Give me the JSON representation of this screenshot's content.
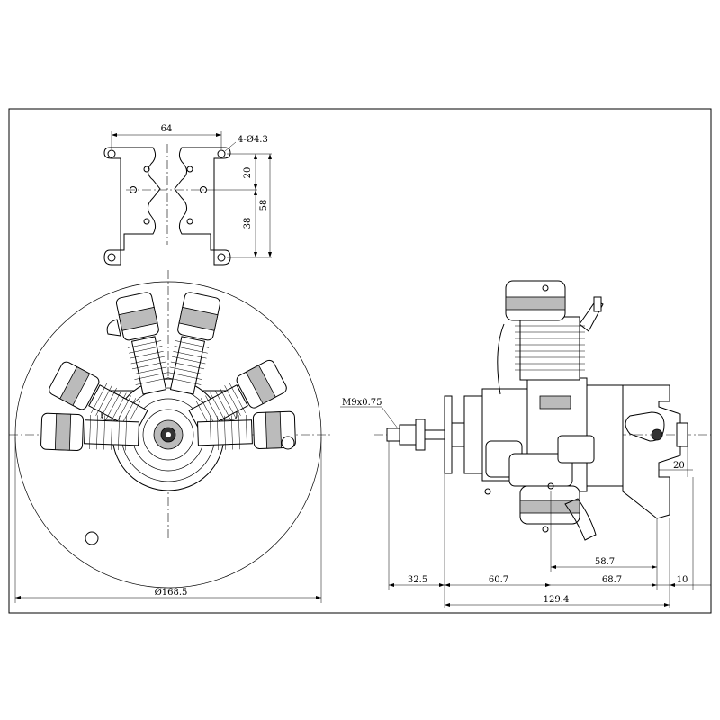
{
  "dimensions": {
    "mount_width": "64",
    "mount_holes": "4-Ø4.3",
    "mount_upper": "20",
    "mount_lower": "38",
    "mount_total": "58",
    "thread": "M9x0.75",
    "prop_diameter": "Ø168.5",
    "offset_20": "20",
    "len_58_7": "58.7",
    "len_32_5": "32.5",
    "len_60_7": "60.7",
    "len_68_7": "68.7",
    "len_10": "10",
    "total_length": "129.4"
  }
}
